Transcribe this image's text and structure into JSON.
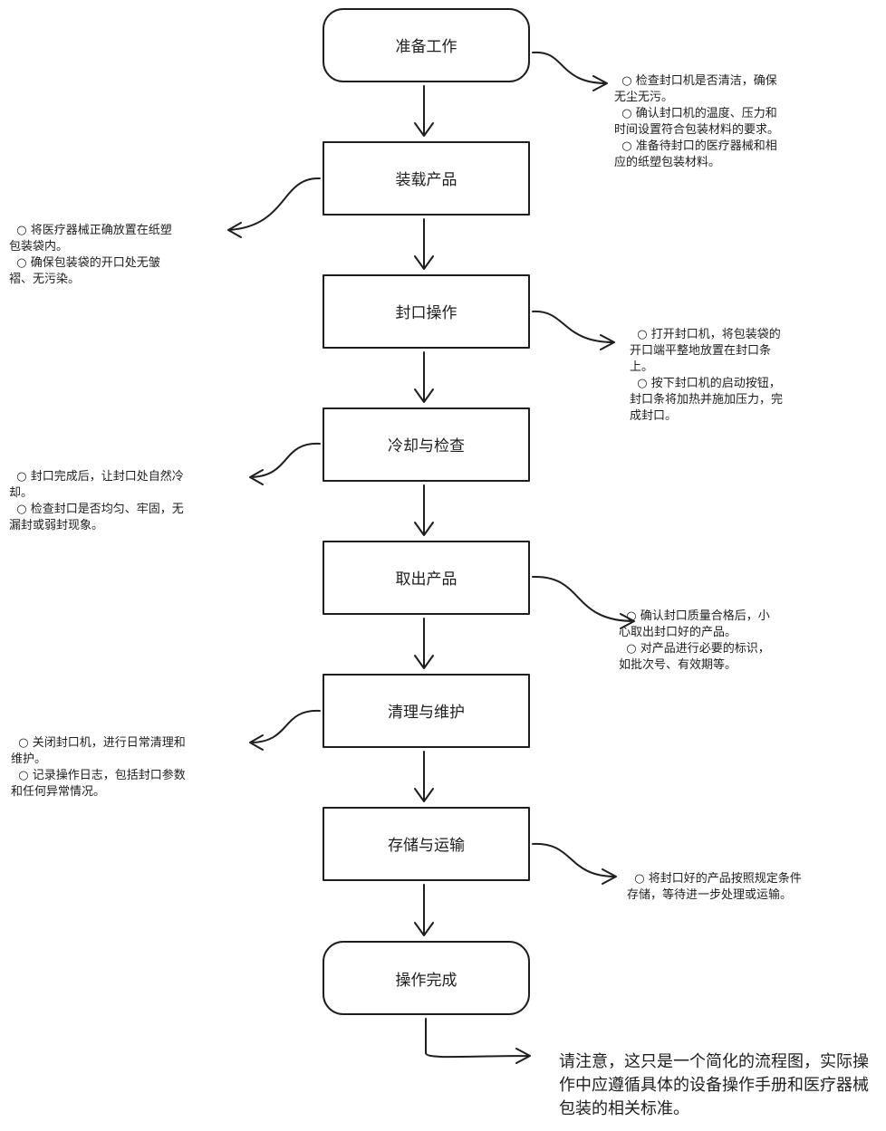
{
  "steps": [
    {
      "label": "准备工作",
      "note": "  ○ 检查封口机是否清洁，确保\n无尘无污。\n  ○ 确认封口机的温度、压力和\n时间设置符合包装材料的要求。\n  ○ 准备待封口的医疗器械和相\n应的纸塑包装材料。"
    },
    {
      "label": "装载产品",
      "note": "  ○ 将医疗器械正确放置在纸塑\n包装袋内。\n  ○ 确保包装袋的开口处无皱\n褶、无污染。"
    },
    {
      "label": "封口操作",
      "note": "  ○ 打开封口机，将包装袋的\n开口端平整地放置在封口条\n上。\n  ○ 按下封口机的启动按钮，\n封口条将加热并施加压力，完\n成封口。"
    },
    {
      "label": "冷却与检查",
      "note": "  ○ 封口完成后，让封口处自然冷\n却。\n  ○ 检查封口是否均匀、牢固，无\n漏封或弱封现象。"
    },
    {
      "label": "取出产品",
      "note": "  ○ 确认封口质量合格后，小\n心取出封口好的产品。\n  ○ 对产品进行必要的标识，\n如批次号、有效期等。"
    },
    {
      "label": "清理与维护",
      "note": "  ○ 关闭封口机，进行日常清理和\n维护。\n  ○ 记录操作日志，包括封口参数\n和任何异常情况。"
    },
    {
      "label": "存储与运输",
      "note": "  ○ 将封口好的产品按照规定条件\n存储，等待进一步处理或运输。"
    },
    {
      "label": "操作完成"
    }
  ],
  "final_note": "请注意，这只是一个简化的流程图，实际操作中应遵循具体的设备操作手册和医疗器械包装的相关标准。"
}
